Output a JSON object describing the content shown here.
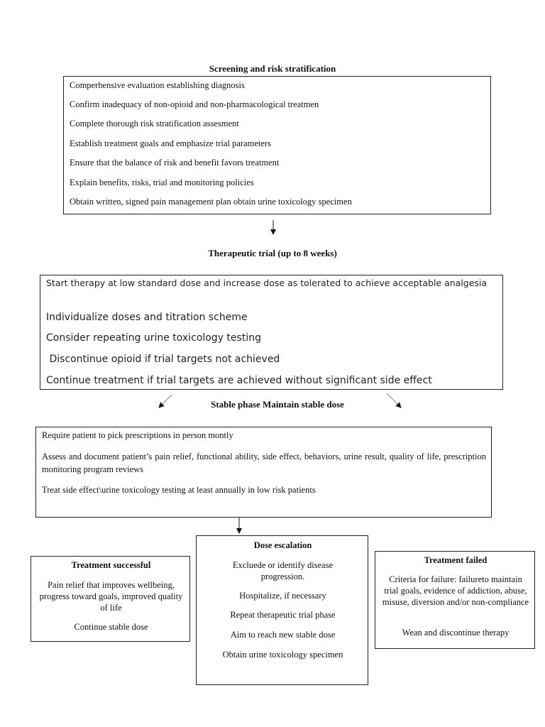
{
  "screening": {
    "title": "Screening and risk stratification",
    "items": [
      "Comperhensive evaluation establishing diagnosis",
      "Confirm inadequacy of non-opioid and non-pharmacological treatmen",
      "Complete thorough risk stratification assesment",
      "Establish treatment goals and emphasize trial parameters",
      "Ensure that the balance of risk and benefit favors treatment",
      "Explain benefits, risks, trial and monitoring policies",
      "Obtain written, signed pain management plan obtain urine toxicology specimen"
    ]
  },
  "trial": {
    "title": "Therapeutic trial (up to 8 weeks)",
    "items": [
      "Start therapy at low standard dose and increase dose as tolerated to achieve acceptable analgesia",
      "Individualize doses and titration scheme",
      "Consider repeating urine toxicology testing",
      " Discontinue opioid if trial targets not achieved",
      "Continue treatment if trial targets are achieved without significant side effect"
    ]
  },
  "stable": {
    "title": "Stable phase Maintain stable dose",
    "items": [
      "Require patient to pick prescriptions in person montly",
      "Assess and document patient’s pain relief, functional ability, side effect, behaviors, urine result, quality of life, prescription monitoring program reviews",
      "Treat side effect\\urine toxicology testing at least annually in low risk patients"
    ]
  },
  "success": {
    "title": "Treatment successful",
    "items": [
      "Pain relief that improves wellbeing, progress toward goals, improved quality of life",
      "Continue stable dose"
    ]
  },
  "escalation": {
    "title": "Dose escalation",
    "items": [
      "Excluede or identify disease progression.",
      "Hospitalize, if necessary",
      "Repeat therapeutic trial phase",
      "Aim to reach new stable dose",
      "Obtain urine toxicology specimen"
    ]
  },
  "failed": {
    "title": "Treatment failed",
    "items": [
      "Criteria for failure: failureto maintain trial goals, evidence of addiction, abuse, misuse, diversion and/or non-compliance",
      "Wean and discontinue therapy"
    ]
  }
}
